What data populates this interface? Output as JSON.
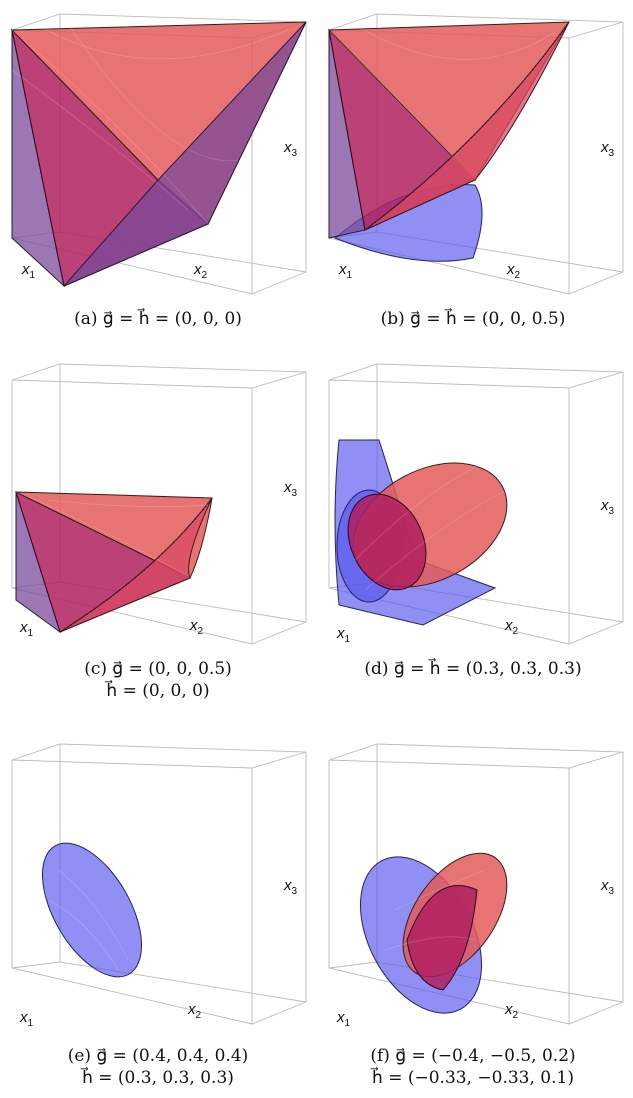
{
  "axes": {
    "x1": "x",
    "x1_sub": "1",
    "x2": "x",
    "x2_sub": "2",
    "x3": "x",
    "x3_sub": "3"
  },
  "captions": {
    "a": {
      "line1": "(a) g⃗ = h⃗ = (0, 0, 0)"
    },
    "b": {
      "line1": "(b) g⃗ = h⃗ = (0, 0, 0.5)"
    },
    "c": {
      "line1": "(c) g⃗ = (0, 0, 0.5)",
      "line2": "h⃗ = (0, 0, 0)"
    },
    "d": {
      "line1": "(d) g⃗ = h⃗ = (0.3, 0.3, 0.3)"
    },
    "e": {
      "line1": "(e) g⃗ = (0.4, 0.4, 0.4)",
      "line2": "h⃗ = (0.3, 0.3, 0.3)"
    },
    "f": {
      "line1": "(f) g⃗ = (−0.4, −0.5, 0.2)",
      "line2": "h⃗ = (−0.33, −0.33, 0.1)"
    }
  },
  "colors": {
    "red": "#e35a5a",
    "magenta": "#b0205f",
    "blue": "#5555ee",
    "purple": "#7a4a9a"
  }
}
